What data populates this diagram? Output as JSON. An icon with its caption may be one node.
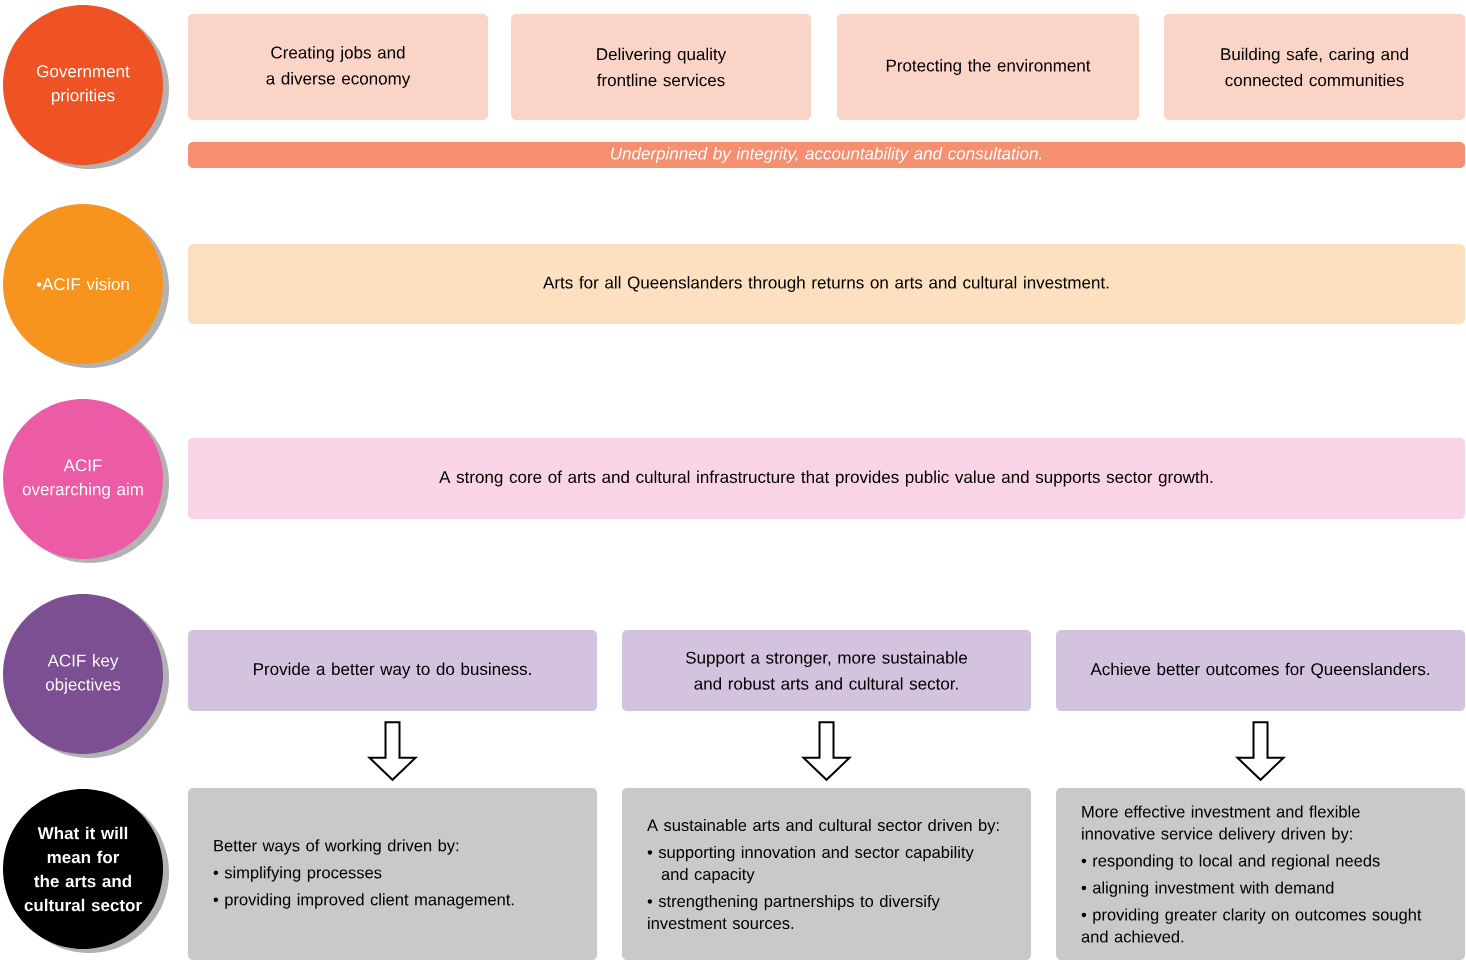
{
  "diagram": {
    "nodes": [
      {
        "text": [
          "Government priorities"
        ]
      },
      {
        "text": [
          "Creating jobs and a diverse economy"
        ]
      },
      {
        "text": [
          "Delivering quality frontline services"
        ]
      },
      {
        "text": [
          "Protecting the environment"
        ]
      },
      {
        "text": [
          "Building safe, caring and connected communities"
        ]
      },
      {
        "text": [
          "Underpinned by integrity, accountability and consultation."
        ]
      },
      {
        "text": [
          "•ACIF vision"
        ]
      },
      {
        "text": [
          "Arts for all Queenslanders through returns on arts and cultural investment."
        ]
      },
      {
        "text": [
          "ACIF overarching aim"
        ]
      },
      {
        "text": [
          "A strong core of arts and cultural infrastructure that provides public value and supports sector growth."
        ]
      },
      {
        "text": [
          "ACIF key objectives"
        ]
      },
      {
        "text": [
          "Provide a better way to do business."
        ]
      },
      {
        "text": [
          "Support a stronger, more sustainable and robust arts and cultural sector."
        ]
      },
      {
        "text": [
          "Achieve better outcomes for Queenslanders."
        ]
      },
      {
        "text": [
          "What it will mean for the arts and cultural sector"
        ]
      },
      {
        "text": [
          "Better ways of working driven by:",
          "• simplifying processes",
          "• providing improved client management."
        ]
      },
      {
        "text": [
          "A sustainable arts and cultural sector driven by:",
          "• supporting innovation and sector capability and capacity",
          "• strengthening partnerships to diversify investment sources."
        ]
      },
      {
        "text": [
          "More effective investment and flexible innovative service delivery driven by:",
          "• responding to local and regional needs",
          "• aligning investment with demand",
          "• providing greater clarity on outcomes sought and achieved."
        ]
      }
    ],
    "edges": [
      {
        "from": 11,
        "to": 15,
        "arrow": "to"
      },
      {
        "from": 12,
        "to": 16,
        "arrow": "to"
      },
      {
        "from": 13,
        "to": 17,
        "arrow": "to"
      }
    ]
  }
}
